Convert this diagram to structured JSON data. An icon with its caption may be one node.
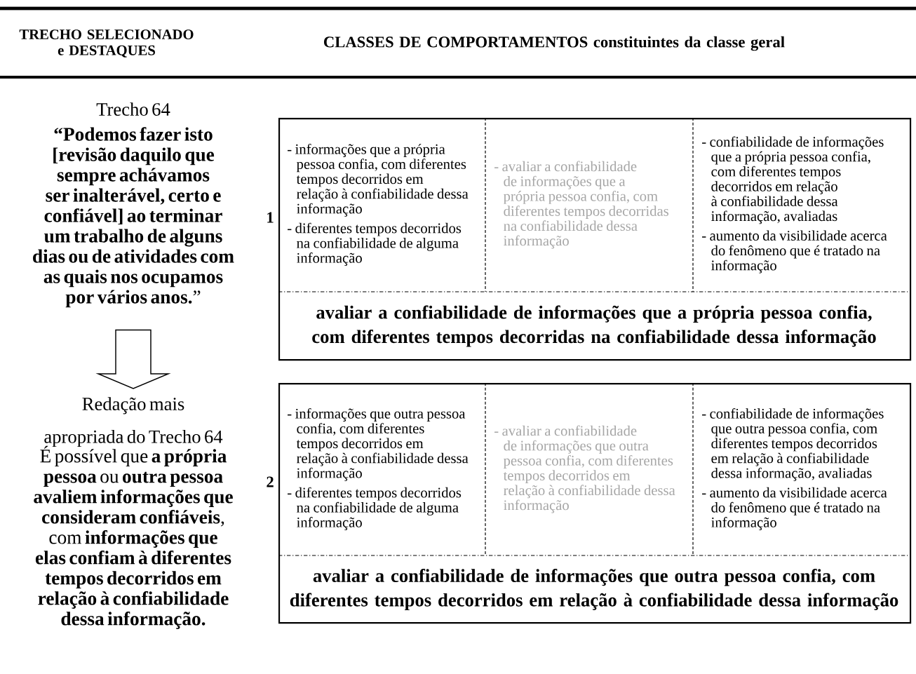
{
  "diagram": {
    "nodes": [
      {
        "text": [
          "Trecho 64",
          "**“Podemos fazer isto [revisão daquilo que sempre achávamos ser inalterável, certo e confiável] ao terminar um trabalho de alguns dias ou de atividades com as quais nos ocupamos por vários anos.**”"
        ]
      },
      {
        "text": [
          "Redação mais apropriada do Trecho 64",
          "É possível que **a própria pessoa** ou **outra pessoa avaliem informações que consideram confiáveis**, com **informações que elas confiam à diferentes tempos decorridos em relação à confiabilidade dessa informação.**"
        ]
      },
      {
        "text": [],
        "shape": "box",
        "beside": [
          "1"
        ]
      },
      {
        "text": [
          "- informações que a própria pessoa confia, com diferentes tempos decorridos em relação à confiabilidade dessa informação",
          "- diferentes tempos decorridos na confiabilidade de alguma informação"
        ],
        "in": 2
      },
      {
        "text": [
          "- avaliar a confiabilidade de informações que a própria pessoa confia, com diferentes tempos decorridas na confiabilidade dessa informação"
        ],
        "in": 2
      },
      {
        "text": [
          "- confiabilidade de informações que a própria pessoa confia, com diferentes tempos decorridos em relação à confiabilidade dessa informação, avaliadas",
          "- aumento da visibilidade acerca do fenômeno que é tratado na informação"
        ],
        "in": 2
      },
      {
        "text": [
          "avaliar a confiabilidade de informações que a própria pessoa confia, com diferentes tempos decorridas na confiabilidade dessa informação"
        ],
        "in": 2
      },
      {
        "text": [],
        "shape": "box",
        "beside": [
          "2"
        ]
      },
      {
        "text": [
          "- informações que outra pessoa confia, com diferentes tempos decorridos em relação à confiabilidade dessa informação",
          "- diferentes tempos decorridos na confiabilidade de alguma informação"
        ],
        "in": 7
      },
      {
        "text": [
          "- avaliar a confiabilidade de informações que outra pessoa confia, com diferentes tempos decorridos em relação à confiabilidade dessa informação"
        ],
        "in": 7
      },
      {
        "text": [
          "- confiabilidade de informações que outra pessoa confia, com diferentes tempos decorridos em relação à confiabilidade dessa informação, avaliadas",
          "- aumento da visibilidade acerca do fenômeno que é tratado na informação"
        ],
        "in": 7
      },
      {
        "text": [
          "avaliar a confiabilidade de informações que outra pessoa confia, com diferentes tempos decorridos em relação à confiabilidade dessa informação"
        ],
        "in": 7
      }
    ],
    "edges": [
      {
        "from": 0,
        "to": 1,
        "arrow": "to"
      }
    ],
    "labels": [
      "TRECHO SELECIONADO e DESTAQUES",
      "CLASSES DE COMPORTAMENTOS constituintes da classe geral"
    ]
  }
}
